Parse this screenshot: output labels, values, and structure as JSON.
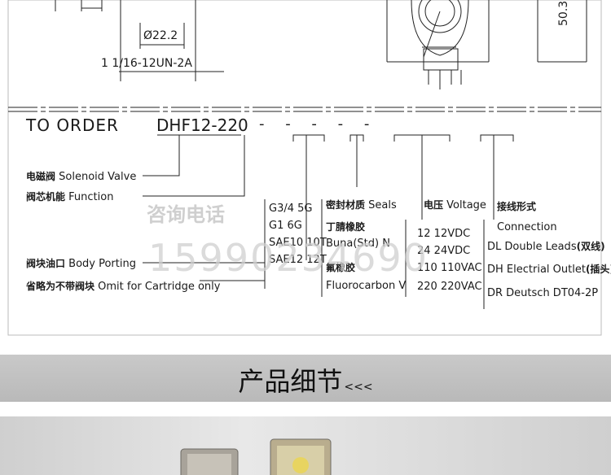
{
  "drawing": {
    "thread_spec": "1  1/16-12UN-2A",
    "dia": "Ø22.2",
    "height_dim": "50.3"
  },
  "order": {
    "heading": "TO ORDER",
    "model": "DHF12-220",
    "separators": "-  -  -  -  -",
    "left_labels": [
      {
        "cn": "电磁阀",
        "en": "Solenoid Valve"
      },
      {
        "cn": "阀芯机能",
        "en": "Function"
      },
      {
        "cn": "阀块油口",
        "en": "Body Porting"
      },
      {
        "cn": "省略为不带阀块",
        "en": "Omit for Cartridge only"
      }
    ],
    "porting_options": [
      "G3/4  5G",
      "G1    6G",
      "SAE10 10T",
      "SAE12 12T"
    ],
    "seals_title_cn": "密封材质",
    "seals_title_en": "Seals",
    "seals_options": [
      {
        "cn": "丁腈橡胶",
        "en": "Buna(Std)  N"
      },
      {
        "cn": "氟橡胶",
        "en": "Fluorocarbon  V"
      }
    ],
    "voltage_title_cn": "电压",
    "voltage_title_en": "Voltage",
    "voltage_options": [
      "12   12VDC",
      "24   24VDC",
      "110  110VAC",
      "220  220VAC"
    ],
    "conn_title_cn": "接线形式",
    "conn_title_en": "Connection",
    "conn_options": [
      {
        "text": "DL  Double Leads",
        "cn": "(双线)"
      },
      {
        "text": "DH  Electrial Outlet",
        "cn": "(插头)"
      },
      {
        "text": "DR  Deutsch DT04-2P",
        "cn": ""
      }
    ]
  },
  "watermark": {
    "cn": "咨询电话",
    "phone": "15990234690"
  },
  "banner": {
    "title": "产品细节",
    "arrows": "<<<"
  },
  "colors": {
    "line": "#1a1a1a",
    "banner_bg": "#c2c2c2",
    "watermark": "#cfcfcf"
  }
}
